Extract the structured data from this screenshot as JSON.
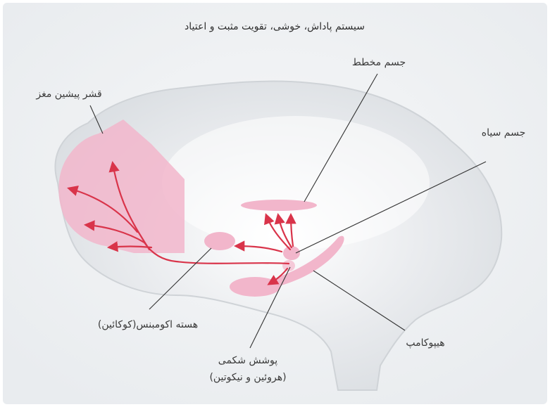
{
  "title": "سیستم پاداش، خوشی، تقویت مثبت و اعتیاد",
  "labels": {
    "prefrontal_cortex": "قشر پیشین مغز",
    "striatum": "جسم مخطط",
    "substantia_nigra": "جسم سیاه",
    "nucleus_accumbens": "هسته اکومبنس(کوکائین)",
    "hippocampus": "هیپوکامپ",
    "vta_line1": "پوشش شکمی",
    "vta_line2": "(هروئین و نیکوتین)"
  },
  "colors": {
    "background": "#ffffff",
    "panel": "#f1f3f5",
    "brain": "#e0e3e6",
    "brain_outline": "#cfd3d7",
    "region_pink": "#f2b6cb",
    "region_pink_dark": "#e98fae",
    "pathway_red": "#d9344a",
    "leader_line": "#333333"
  }
}
